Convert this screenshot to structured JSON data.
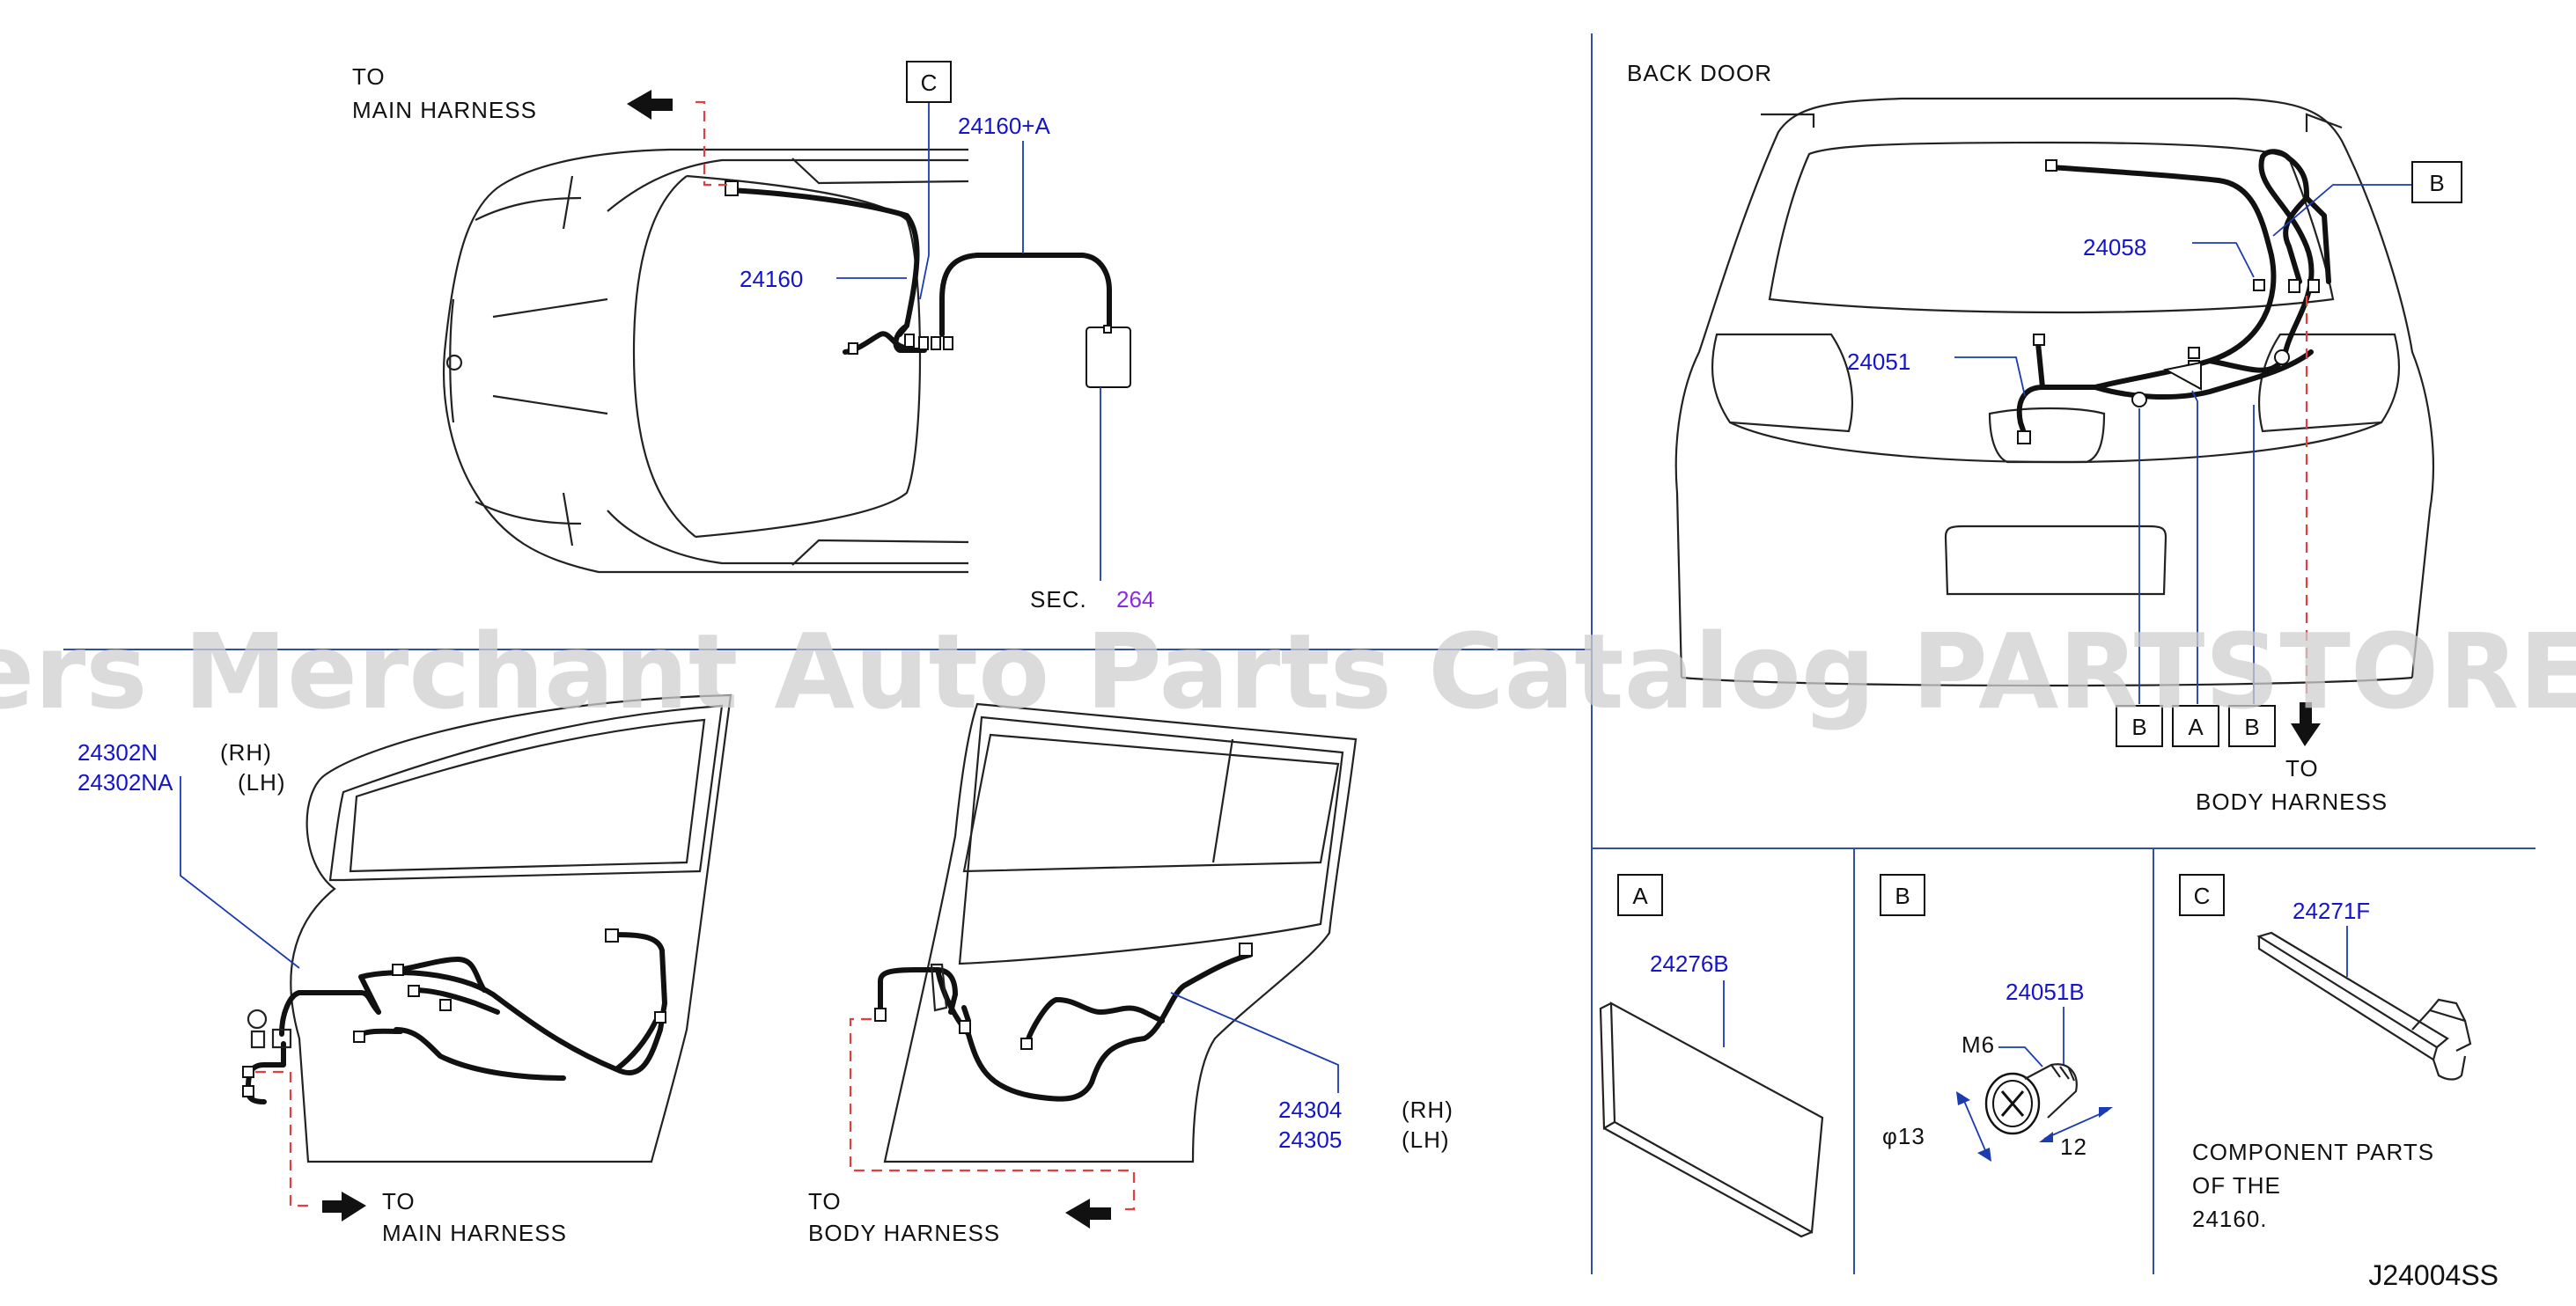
{
  "watermark": "Offers Merchant Auto Parts Catalog PARTSTORE.SA",
  "diagram_code": "J24004SS",
  "top_left": {
    "to_main_line1": "TO",
    "to_main_line2": "MAIN   HARNESS",
    "callout_c": "C",
    "part_24160a": "24160+A",
    "part_24160": "24160",
    "sec_label": "SEC.",
    "sec_num": "264"
  },
  "back_door": {
    "title": "BACK   DOOR",
    "callout_b_top": "B",
    "part_24058": "24058",
    "part_24051": "24051",
    "bottom_b1": "B",
    "bottom_a": "A",
    "bottom_b2": "B",
    "to_body_line1": "TO",
    "to_body_line2": "BODY   HARNESS"
  },
  "front_door": {
    "part_rh": "24302N",
    "rh_suffix": "(RH)",
    "part_lh": "24302NA",
    "lh_suffix": "(LH)",
    "to_line1": "TO",
    "to_line2": "MAIN   HARNESS"
  },
  "rear_door": {
    "part_rh": "24304",
    "rh_suffix": "(RH)",
    "part_lh": "24305",
    "lh_suffix": "(LH)",
    "to_line1": "TO",
    "to_line2": "BODY   HARNESS"
  },
  "panels": {
    "a": {
      "letter": "A",
      "part": "24276B"
    },
    "b": {
      "letter": "B",
      "part": "24051B",
      "thread": "M6",
      "diameter": "φ13",
      "length": "12"
    },
    "c": {
      "letter": "C",
      "part": "24271F",
      "note1": "COMPONENT   PARTS",
      "note2": "OF   THE",
      "note3": "24160."
    }
  }
}
